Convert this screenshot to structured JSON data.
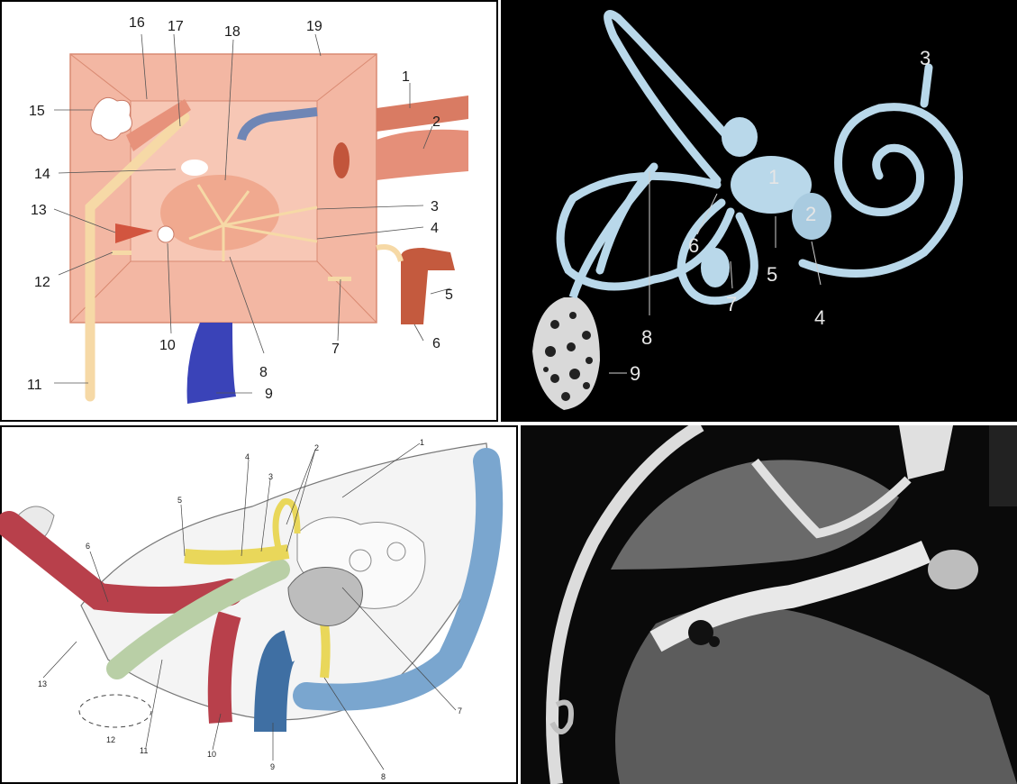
{
  "panels": {
    "middle_ear_box": {
      "labels": [
        "1",
        "2",
        "3",
        "4",
        "5",
        "6",
        "7",
        "8",
        "9",
        "10",
        "11",
        "12",
        "13",
        "14",
        "15",
        "16",
        "17",
        "18",
        "19"
      ],
      "colors": {
        "wall": "#f3b7a3",
        "wall_dark": "#e7927b",
        "nerve": "#f6d9a6",
        "vein": "#3a43b8",
        "artery": "#c45a3e",
        "muscle": "#d97b63"
      }
    },
    "inner_ear_labyrinth": {
      "labels": [
        "1",
        "2",
        "3",
        "4",
        "5",
        "6",
        "7",
        "8",
        "9"
      ],
      "colors": {
        "labyrinth": "#b9d8ea",
        "background": "#000000"
      }
    },
    "petrous_drawing": {
      "labels": [
        "1",
        "2",
        "3",
        "4",
        "5",
        "6",
        "7",
        "8",
        "9",
        "10",
        "11",
        "12",
        "13"
      ],
      "colors": {
        "artery": "#b8404b",
        "vein": "#7aa6cf",
        "nerve_yellow": "#e9d75a",
        "nerve_green": "#b9cfa6"
      }
    },
    "ct_axial_scan": {
      "label": "",
      "colors": {
        "bone": "#e8e8e8",
        "soft_tissue": "#6e6e6e",
        "background": "#000000"
      }
    }
  }
}
